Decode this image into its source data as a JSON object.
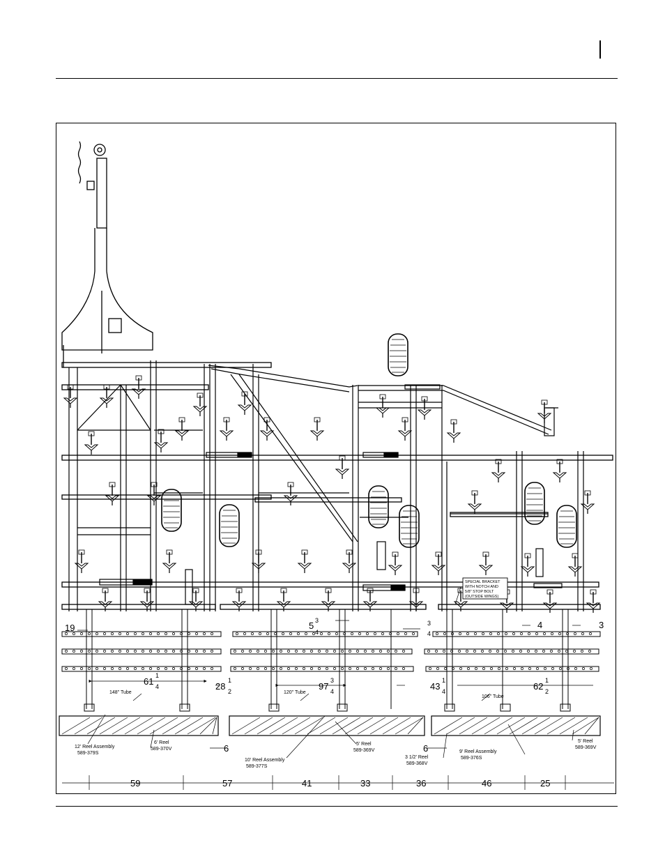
{
  "drawing": {
    "dimensions": {
      "top_left": "19",
      "frac_5_3_4_whole": "5",
      "frac_5_3_4_num": "3",
      "frac_5_3_4_den": "4",
      "frac_3_4_num": "3",
      "frac_3_4_den": "4",
      "d4": "4",
      "d3": "3",
      "frac_61_whole": "61",
      "frac_61_num": "1",
      "frac_61_den": "4",
      "frac_28_whole": "28",
      "frac_28_num": "1",
      "frac_28_den": "2",
      "frac_97_whole": "97",
      "frac_97_num": "3",
      "frac_97_den": "4",
      "frac_43_whole": "43",
      "frac_43_num": "1",
      "frac_43_den": "4",
      "frac_62_whole": "62",
      "frac_62_num": "1",
      "frac_62_den": "2",
      "six_a": "6",
      "six_b": "6",
      "bottom": [
        "59",
        "57",
        "41",
        "33",
        "36",
        "46",
        "25"
      ]
    },
    "labels": {
      "tube_148": "148\" Tube",
      "tube_120": "120\" Tube",
      "tube_106": "106\" Tube",
      "reel_12_l1": "12' Reel Assembly",
      "reel_12_l2": "589-379S",
      "reel_6_l1": "6' Reel",
      "reel_6_l2": "589-370V",
      "reel_10_l1": "10' Reel Assembly",
      "reel_10_l2": "589-377S",
      "reel_5a_l1": "5' Reel",
      "reel_5a_l2": "589-369V",
      "reel_35_l1": "3 1/2' Reel",
      "reel_35_l2": "589-368V",
      "reel_9_l1": "9' Reel Assembly",
      "reel_9_l2": "589-376S",
      "reel_5b_l1": "5' Reel",
      "reel_5b_l2": "589-369V",
      "bracket_l1": "SPECIAL BRACKET",
      "bracket_l2": "WITH NOTCH AND",
      "bracket_l3": "5/8\" STOP BOLT",
      "bracket_l4": "(OUTSIDE WINGS)"
    }
  }
}
